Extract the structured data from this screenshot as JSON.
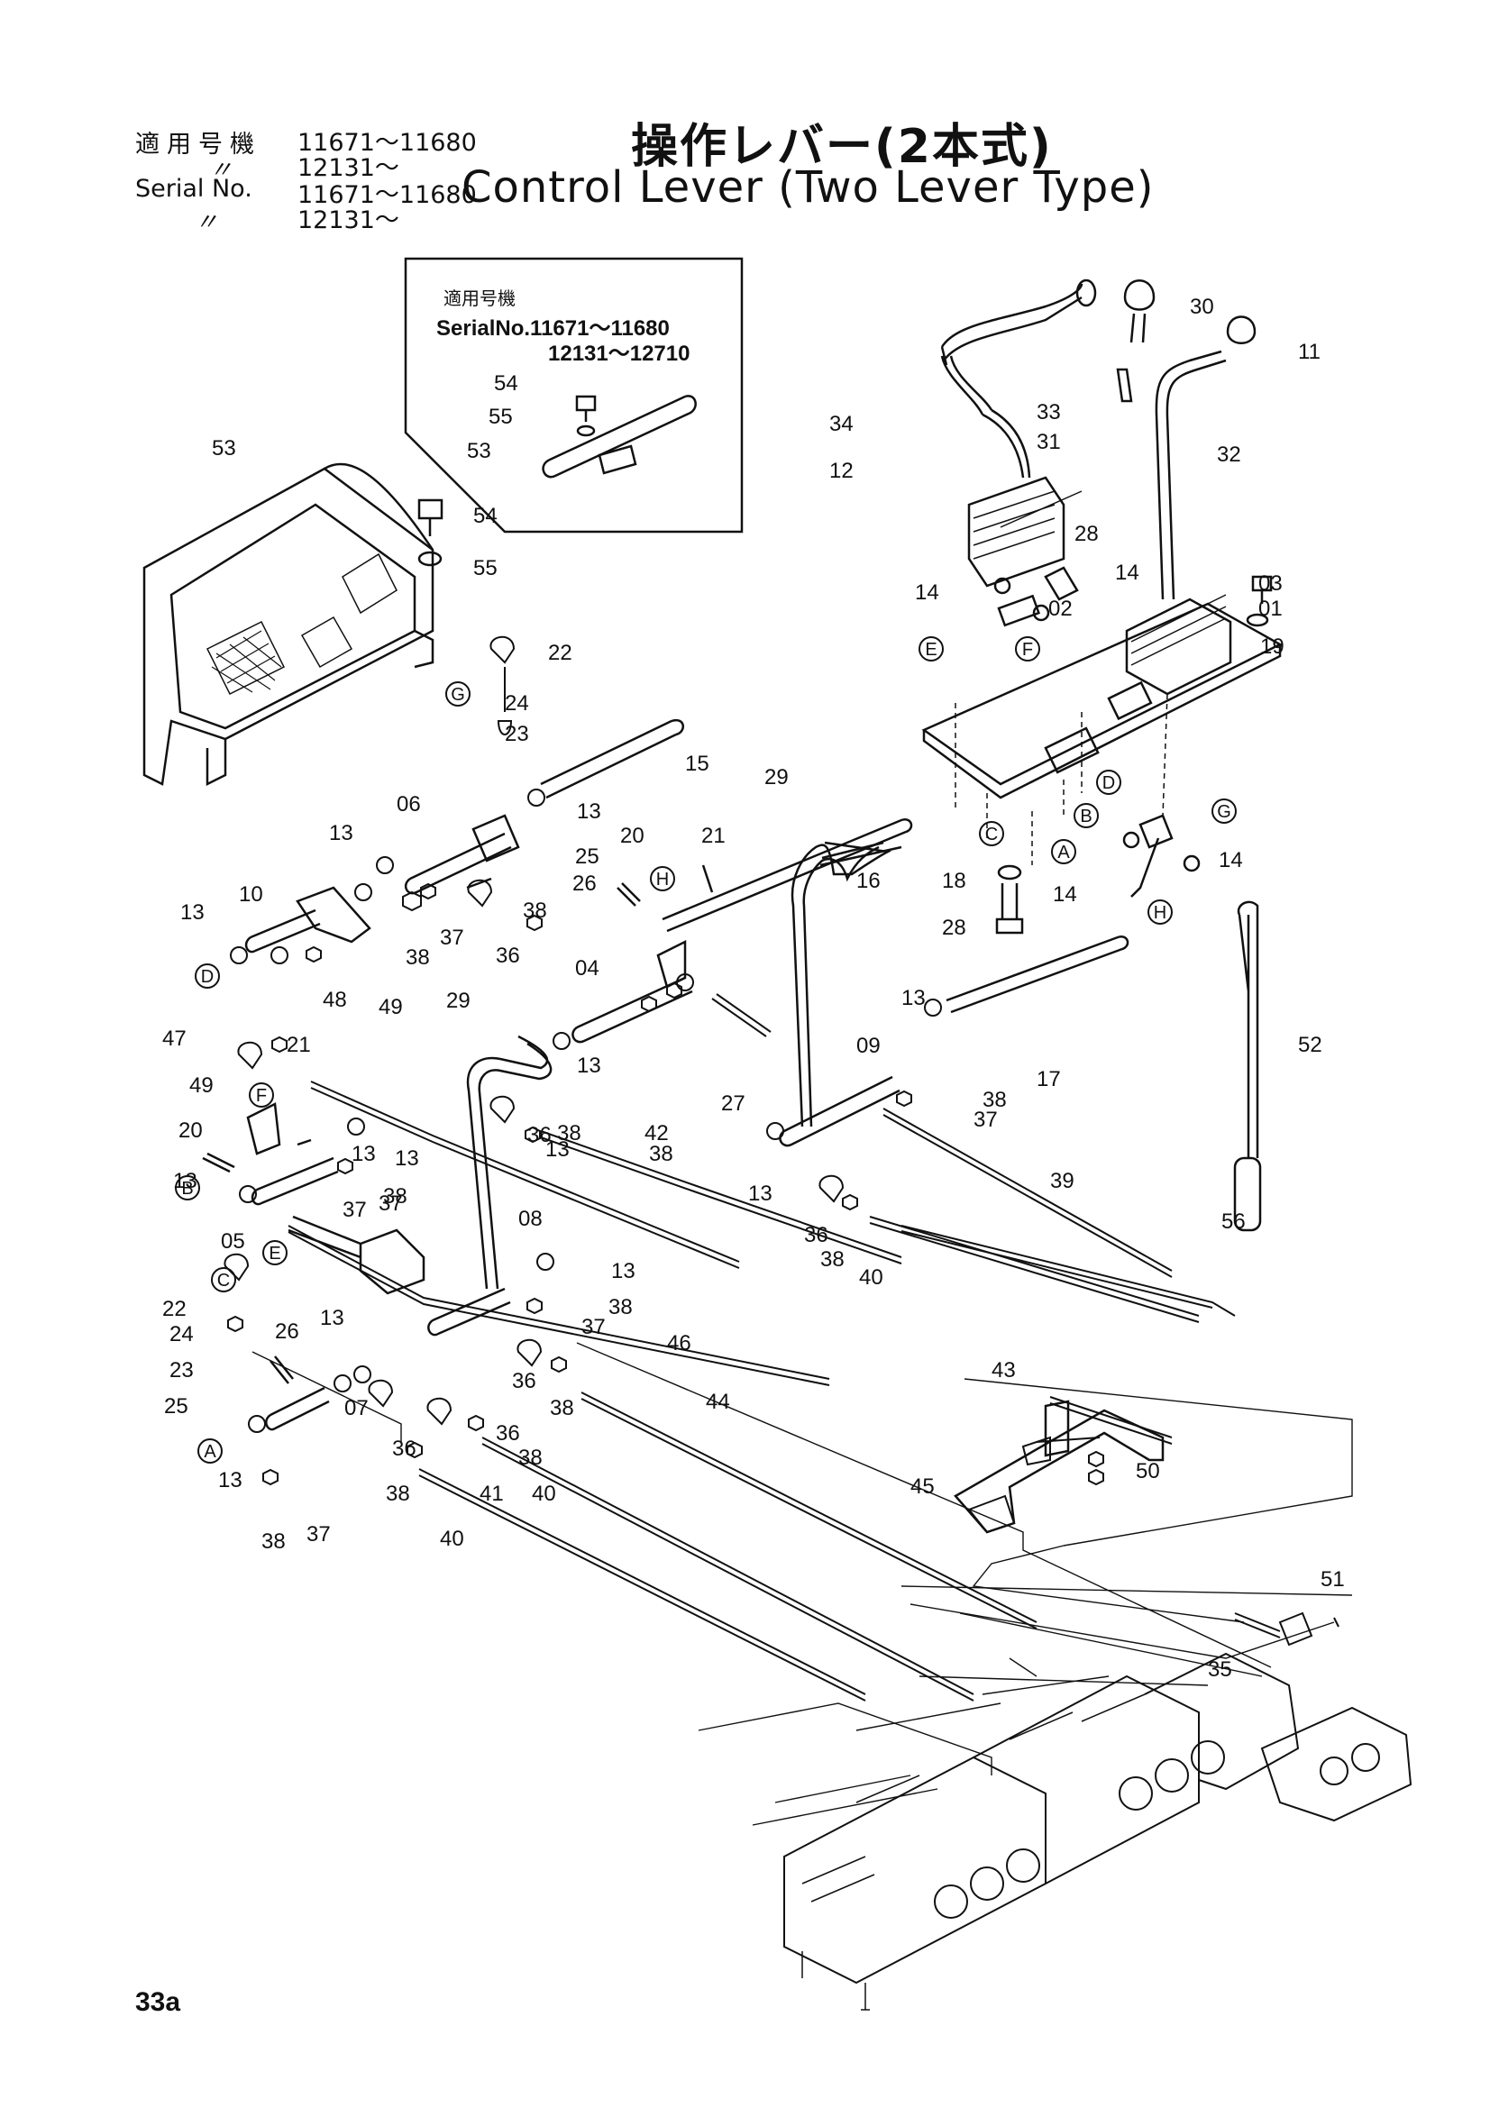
{
  "header": {
    "applicable_label_jp": "適用号機",
    "serial_label": "Serial No.",
    "ditto": "〃",
    "ranges": [
      "11671〜11680",
      "12131〜",
      "11671〜11680",
      "12131〜"
    ],
    "title_jp": "操作レバー(2本式)",
    "title_en": "Control Lever (Two Lever Type)"
  },
  "inset": {
    "applicable_label_jp": "適用号機",
    "serial_line_1": "SerialNo.11671〜11680",
    "serial_line_2": "12131〜12710",
    "callouts": [
      "54",
      "55",
      "53"
    ]
  },
  "callouts": [
    "53",
    "54",
    "55",
    "22",
    "24",
    "23",
    "15",
    "06",
    "13",
    "25",
    "26",
    "13",
    "10",
    "13",
    "38",
    "37",
    "36",
    "38",
    "49",
    "48",
    "04",
    "20",
    "21",
    "29",
    "16",
    "29",
    "13",
    "47",
    "49",
    "21",
    "20",
    "13",
    "13",
    "37",
    "38",
    "05",
    "13",
    "13",
    "37",
    "38",
    "36",
    "38",
    "42",
    "27",
    "09",
    "13",
    "17",
    "38",
    "37",
    "13",
    "39",
    "36",
    "38",
    "40",
    "56",
    "08",
    "13",
    "38",
    "37",
    "22",
    "24",
    "23",
    "26",
    "13",
    "25",
    "07",
    "13",
    "36",
    "38",
    "36",
    "38",
    "38",
    "37",
    "36",
    "38",
    "40",
    "41",
    "40",
    "46",
    "44",
    "43",
    "45",
    "50",
    "51",
    "35",
    "34",
    "12",
    "33",
    "31",
    "30",
    "11",
    "32",
    "28",
    "14",
    "14",
    "02",
    "03",
    "01",
    "19",
    "18",
    "28",
    "14",
    "14",
    "52"
  ],
  "circled_refs": [
    "A",
    "B",
    "C",
    "D",
    "E",
    "F",
    "G",
    "H"
  ],
  "page_number": "33a"
}
